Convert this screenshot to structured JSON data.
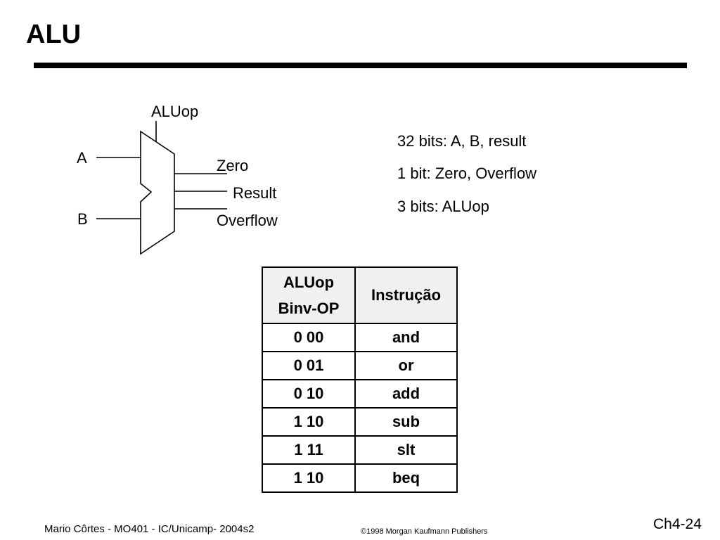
{
  "slide": {
    "title": "ALU"
  },
  "diagram": {
    "aluop_label": "ALUop",
    "input_a": "A",
    "input_b": "B",
    "out_zero": "Zero",
    "out_result": "Result",
    "out_overflow": "Overflow"
  },
  "info": {
    "line1": "32 bits: A, B, result",
    "line2": "1 bit: Zero, Overflow",
    "line3": "3 bits: ALUop"
  },
  "table": {
    "header_col1_line1": "ALUop",
    "header_col1_line2": "Binv-OP",
    "header_col2": "Instrução",
    "rows": [
      {
        "code": "0  00",
        "instr": "and"
      },
      {
        "code": "0  01",
        "instr": "or"
      },
      {
        "code": "0  10",
        "instr": "add"
      },
      {
        "code": "1  10",
        "instr": "sub"
      },
      {
        "code": "1  11",
        "instr": "slt"
      },
      {
        "code": "1 10",
        "instr": "beq"
      }
    ]
  },
  "footer": {
    "author": "Mario Côrtes - MO401 - IC/Unicamp- 2004s2",
    "copyright": "©1998 Morgan Kaufmann Publishers",
    "page": "Ch4-24"
  }
}
